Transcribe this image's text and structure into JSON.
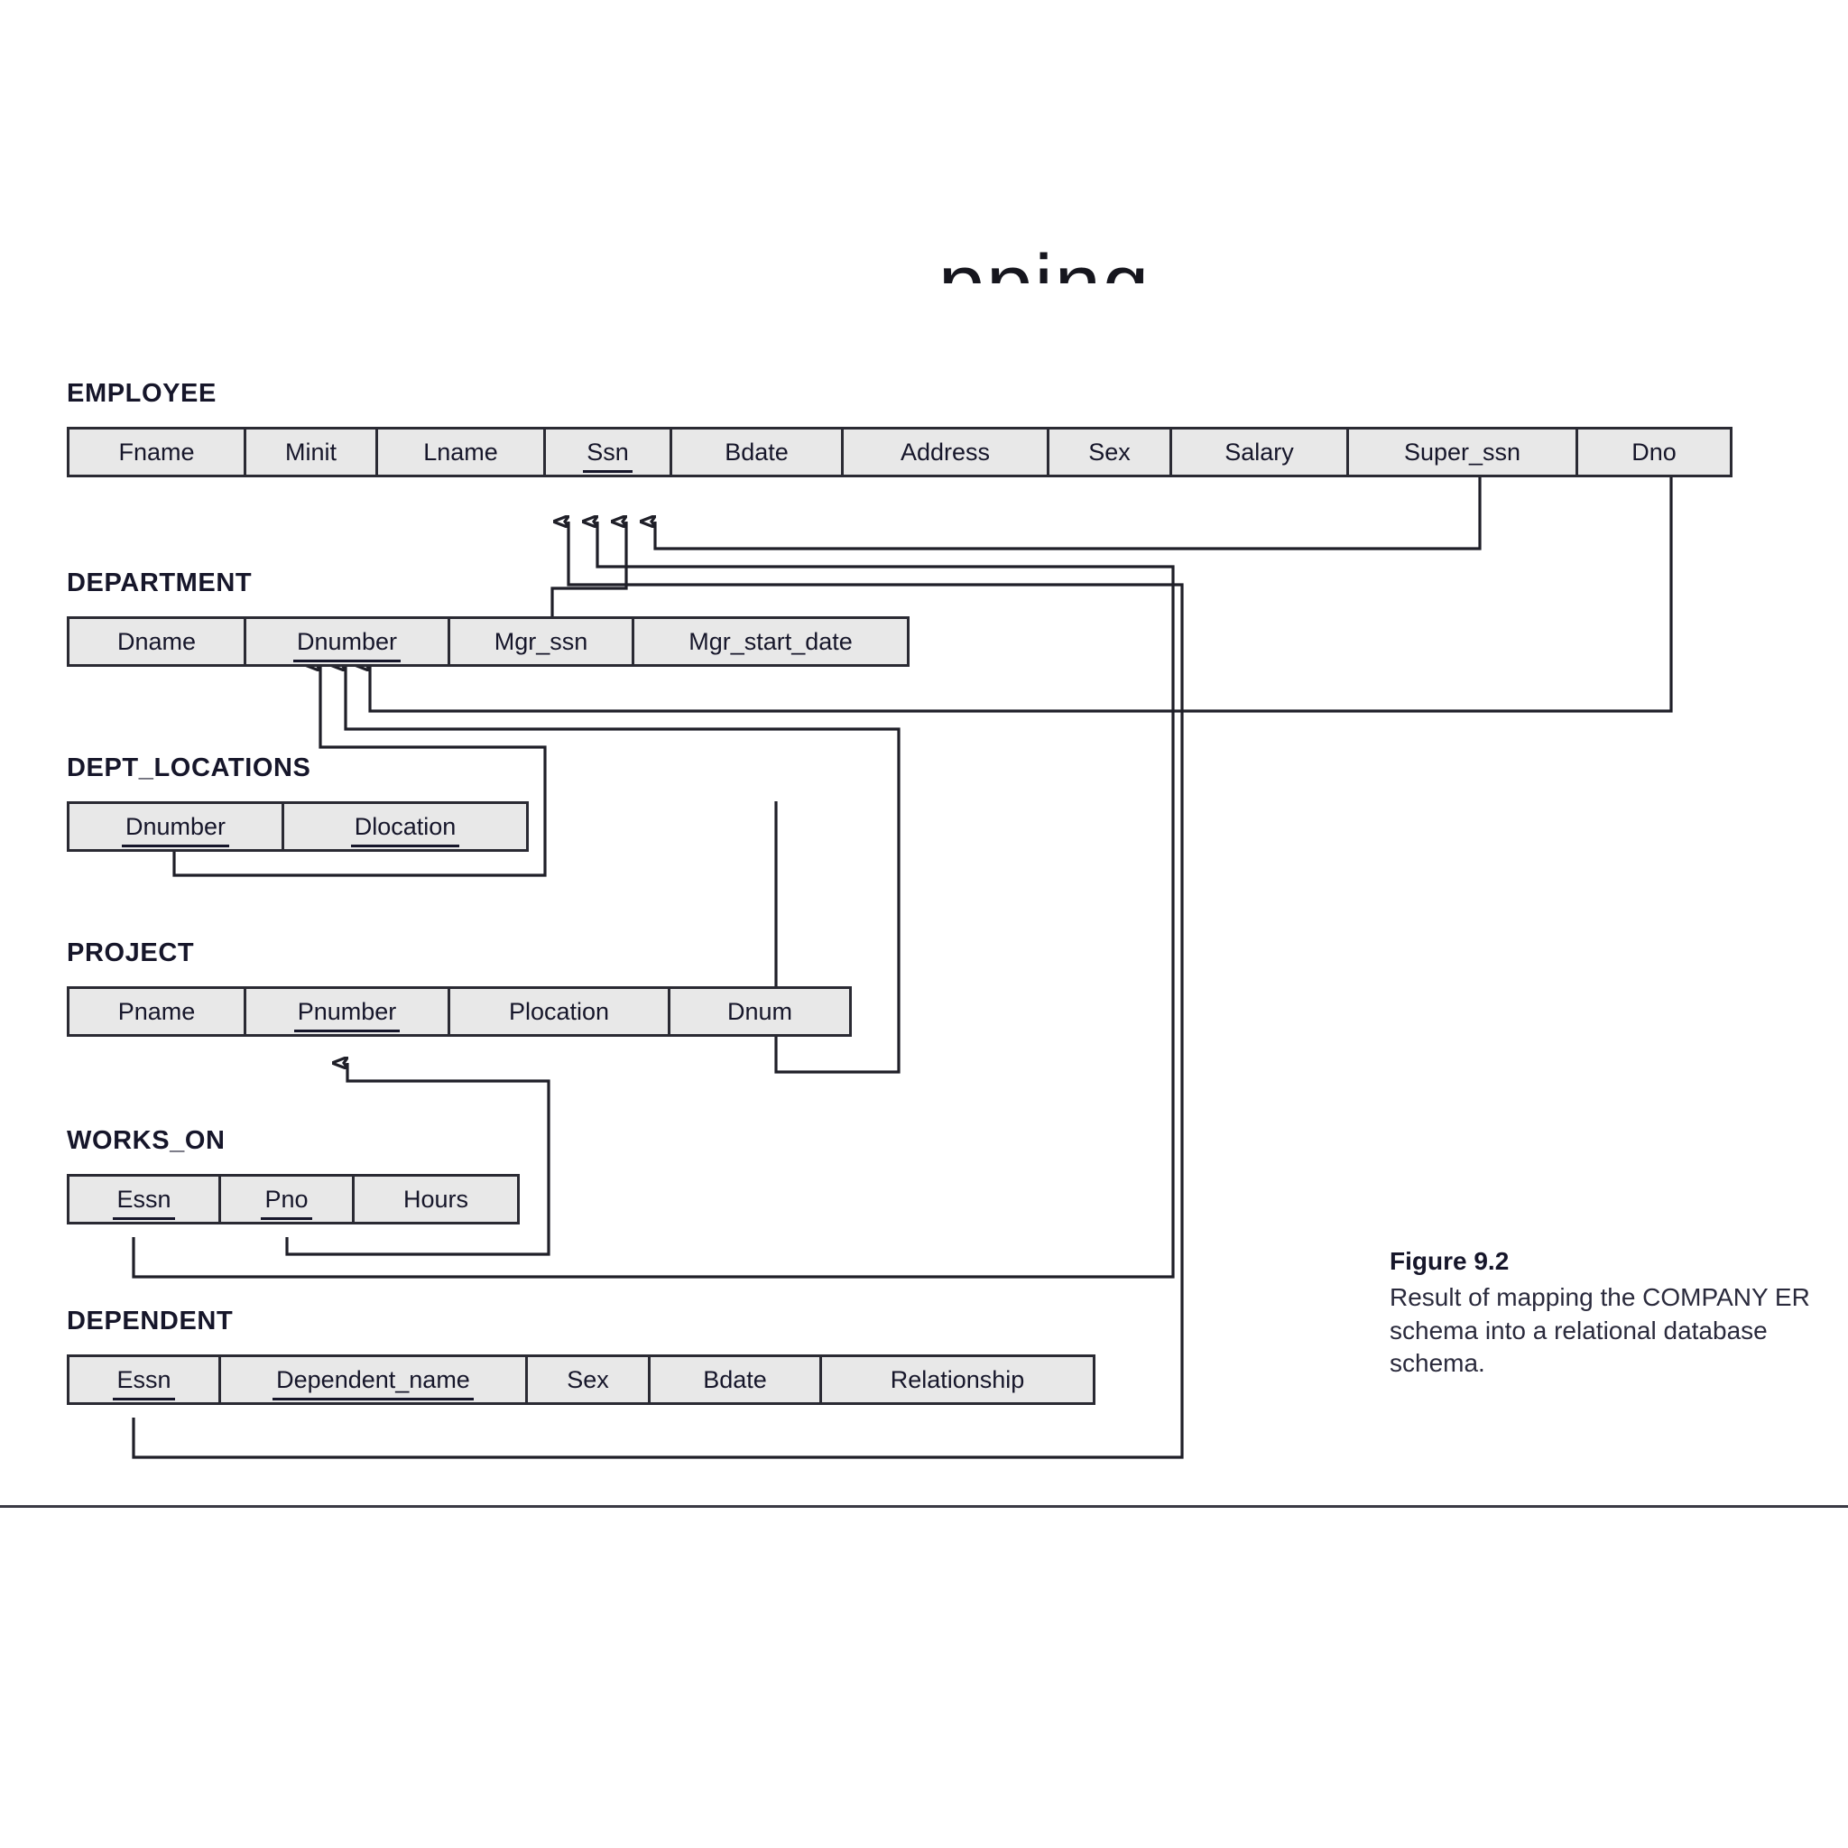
{
  "page": {
    "cropped_heading_fragment": "pping",
    "figure_caption": {
      "number": "Figure 9.2",
      "text": "Result of mapping the COMPANY ER schema into a relational database schema."
    }
  },
  "relations": [
    {
      "name": "EMPLOYEE",
      "attributes": [
        {
          "label": "Fname",
          "pk": false
        },
        {
          "label": "Minit",
          "pk": false
        },
        {
          "label": "Lname",
          "pk": false
        },
        {
          "label": "Ssn",
          "pk": true
        },
        {
          "label": "Bdate",
          "pk": false
        },
        {
          "label": "Address",
          "pk": false
        },
        {
          "label": "Sex",
          "pk": false
        },
        {
          "label": "Salary",
          "pk": false
        },
        {
          "label": "Super_ssn",
          "pk": false
        },
        {
          "label": "Dno",
          "pk": false
        }
      ]
    },
    {
      "name": "DEPARTMENT",
      "attributes": [
        {
          "label": "Dname",
          "pk": false
        },
        {
          "label": "Dnumber",
          "pk": true
        },
        {
          "label": "Mgr_ssn",
          "pk": false
        },
        {
          "label": "Mgr_start_date",
          "pk": false
        }
      ]
    },
    {
      "name": "DEPT_LOCATIONS",
      "attributes": [
        {
          "label": "Dnumber",
          "pk": true
        },
        {
          "label": "Dlocation",
          "pk": true
        }
      ]
    },
    {
      "name": "PROJECT",
      "attributes": [
        {
          "label": "Pname",
          "pk": false
        },
        {
          "label": "Pnumber",
          "pk": true
        },
        {
          "label": "Plocation",
          "pk": false
        },
        {
          "label": "Dnum",
          "pk": false
        }
      ]
    },
    {
      "name": "WORKS_ON",
      "attributes": [
        {
          "label": "Essn",
          "pk": true
        },
        {
          "label": "Pno",
          "pk": true
        },
        {
          "label": "Hours",
          "pk": false
        }
      ]
    },
    {
      "name": "DEPENDENT",
      "attributes": [
        {
          "label": "Essn",
          "pk": true
        },
        {
          "label": "Dependent_name",
          "pk": true
        },
        {
          "label": "Sex",
          "pk": false
        },
        {
          "label": "Bdate",
          "pk": false
        },
        {
          "label": "Relationship",
          "pk": false
        }
      ]
    }
  ],
  "foreign_keys": [
    {
      "from": "EMPLOYEE.Super_ssn",
      "to": "EMPLOYEE.Ssn"
    },
    {
      "from": "EMPLOYEE.Dno",
      "to": "DEPARTMENT.Dnumber"
    },
    {
      "from": "DEPARTMENT.Mgr_ssn",
      "to": "EMPLOYEE.Ssn"
    },
    {
      "from": "DEPT_LOCATIONS.Dnumber",
      "to": "DEPARTMENT.Dnumber"
    },
    {
      "from": "PROJECT.Dnum",
      "to": "DEPARTMENT.Dnumber"
    },
    {
      "from": "WORKS_ON.Essn",
      "to": "EMPLOYEE.Ssn"
    },
    {
      "from": "WORKS_ON.Pno",
      "to": "PROJECT.Pnumber"
    },
    {
      "from": "DEPENDENT.Essn",
      "to": "EMPLOYEE.Ssn"
    }
  ],
  "colors": {
    "box_fill": "#e8e8e8",
    "box_border": "#2a2a33",
    "text": "#16162a",
    "connector": "#1f1f28"
  }
}
